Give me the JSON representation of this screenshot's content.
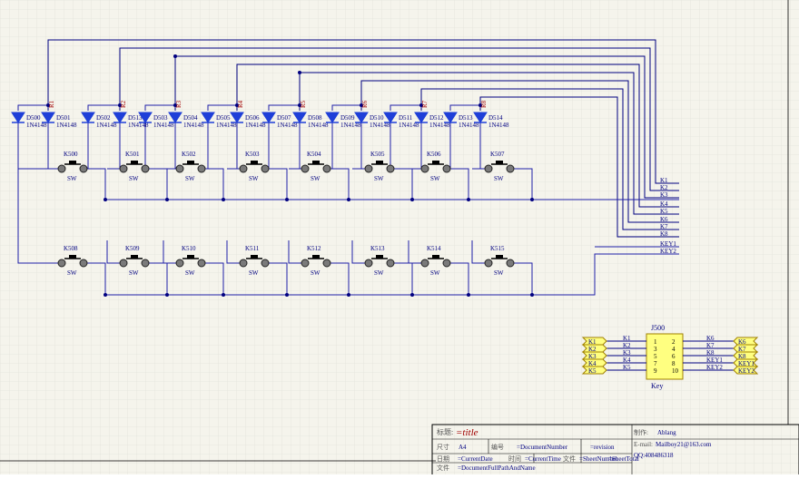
{
  "sheet": {
    "colors": {
      "background": "#f5f4ec",
      "grid": "#cfcfcf",
      "wire": "#1f1fa8",
      "wire_dark": "#000080",
      "label": "#000080",
      "diode_fill": "#1f3fd8",
      "net_red": "#a00000",
      "port_fill": "#ffff80",
      "port_stroke": "#a08000",
      "connector_fill": "#ffff80",
      "title_line": "#000000"
    }
  },
  "row_nets": [
    "R1",
    "R2",
    "R3",
    "R4",
    "R5",
    "R6",
    "R7",
    "R8"
  ],
  "diodes": [
    {
      "ref": "D500",
      "part": "1N4148"
    },
    {
      "ref": "D501",
      "part": "1N4148"
    },
    {
      "ref": "D502",
      "part": "1N4148"
    },
    {
      "ref": "D513",
      "part": "1N4148"
    },
    {
      "ref": "D503",
      "part": "1N4148"
    },
    {
      "ref": "D504",
      "part": "1N4148"
    },
    {
      "ref": "D505",
      "part": "1N4148"
    },
    {
      "ref": "D506",
      "part": "1N4148"
    },
    {
      "ref": "D507",
      "part": "1N4148"
    },
    {
      "ref": "D508",
      "part": "1N4148"
    },
    {
      "ref": "D509",
      "part": "1N4148"
    },
    {
      "ref": "D510",
      "part": "1N4148"
    },
    {
      "ref": "D511",
      "part": "1N4148"
    },
    {
      "ref": "D512",
      "part": "1N4148"
    },
    {
      "ref": "D513",
      "part": "1N4148"
    },
    {
      "ref": "D514",
      "part": "1N4148"
    }
  ],
  "switches_top": [
    {
      "ref": "K500",
      "type": "SW"
    },
    {
      "ref": "K501",
      "type": "SW"
    },
    {
      "ref": "K502",
      "type": "SW"
    },
    {
      "ref": "K503",
      "type": "SW"
    },
    {
      "ref": "K504",
      "type": "SW"
    },
    {
      "ref": "K505",
      "type": "SW"
    },
    {
      "ref": "K506",
      "type": "SW"
    },
    {
      "ref": "K507",
      "type": "SW"
    }
  ],
  "switches_bottom": [
    {
      "ref": "K508",
      "type": "SW"
    },
    {
      "ref": "K509",
      "type": "SW"
    },
    {
      "ref": "K510",
      "type": "SW"
    },
    {
      "ref": "K511",
      "type": "SW"
    },
    {
      "ref": "K512",
      "type": "SW"
    },
    {
      "ref": "K513",
      "type": "SW"
    },
    {
      "ref": "K514",
      "type": "SW"
    },
    {
      "ref": "K515",
      "type": "SW"
    }
  ],
  "right_nets": [
    "K1",
    "K2",
    "K3",
    "K4",
    "K5",
    "K6",
    "K7",
    "K8",
    "KEY1",
    "KEY2"
  ],
  "connector": {
    "ref": "J500",
    "value": "Key",
    "left_pins": [
      "1",
      "3",
      "5",
      "7",
      "9"
    ],
    "right_pins": [
      "2",
      "4",
      "6",
      "8",
      "10"
    ],
    "left_nets": [
      "K1",
      "K2",
      "K3",
      "K4",
      "K5"
    ],
    "right_nets": [
      "K6",
      "K7",
      "K8",
      "KEY1",
      "KEY2"
    ],
    "left_ports": [
      "K1",
      "K2",
      "K3",
      "K4",
      "K5"
    ],
    "right_ports": [
      "K6",
      "K7",
      "K8",
      "KEY1",
      "KEY2"
    ]
  },
  "title_block": {
    "title_label": "标题:",
    "title_value": "=title",
    "size_label": "尺寸",
    "size_value": "A4",
    "number_label": "编号",
    "number_value": "=DocumentNumber",
    "revision_value": "=revision",
    "date_label": "日期",
    "date_value": "=CurrentDate",
    "time_label": "时间",
    "time_value": "=CurrentTime",
    "sheet_label": "文件",
    "sheet_value": "=SheetNumber",
    "of_value": "=SheetTotal",
    "file_label": "文件",
    "file_value": "=DocumentFullPathAndName",
    "author_label": "制作:",
    "author_value": "Ablang",
    "email_label": "E-mail:",
    "email_value": "Mailboy21@163.com",
    "qq_value": "QQ:408486318"
  }
}
